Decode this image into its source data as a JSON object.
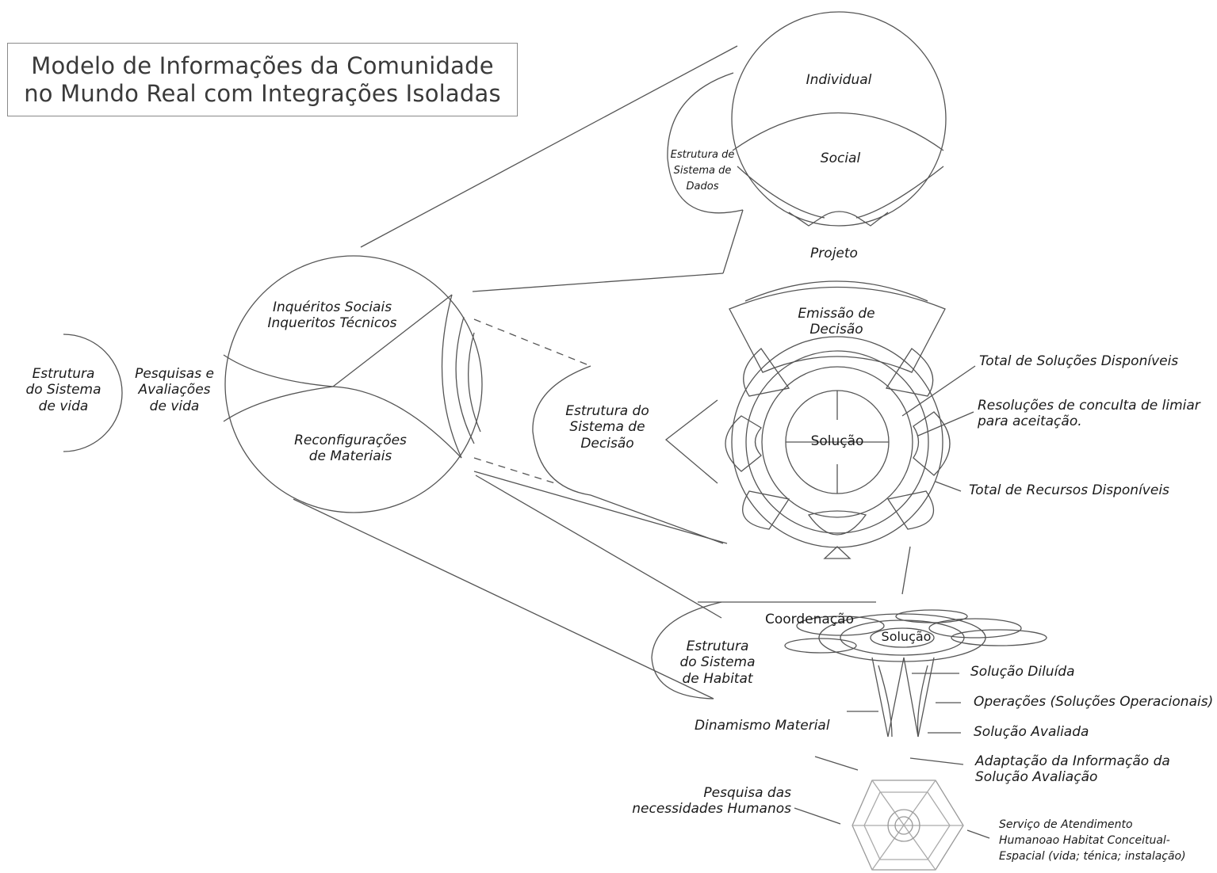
{
  "title": {
    "line1": "Modelo de Informações da Comunidade",
    "line2": "no Mundo Real com Integrações Isoladas"
  },
  "labels": {
    "estrutura_sistema_vida": [
      "Estrutura",
      "do Sistema",
      "de vida"
    ],
    "pesquisas_avaliacoes": [
      "Pesquisas e",
      "Avaliações",
      "de vida"
    ],
    "inqueritos": [
      "Inquéritos Sociais",
      "Inqueritos Técnicos"
    ],
    "reconfiguracoes": [
      "Reconfigurações",
      "de Materiais"
    ],
    "estrutura_dados": [
      "Estrutura de",
      "Sistema de",
      "Dados"
    ],
    "individual": "Individual",
    "social": "Social",
    "projeto": "Projeto",
    "emissao": [
      "Emissão de",
      "Decisão"
    ],
    "estrutura_decisao": [
      "Estrutura do",
      "Sistema de",
      "Decisão"
    ],
    "solucao_center": "Solução",
    "total_solucoes": "Total de Soluções Disponíveis",
    "resolucoes": [
      "Resoluções de conculta de limiar",
      "para aceitação."
    ],
    "total_recursos": "Total de Recursos Disponíveis",
    "coordenacao": "Coordenação",
    "solucao_habitat": "Solução",
    "estrutura_habitat": [
      "Estrutura",
      "do Sistema",
      "de Habitat"
    ],
    "solucao_diluida": "Solução Diluída",
    "operacoes": "Operações (Soluções Operacionais)",
    "dinamismo": "Dinamismo Material",
    "solucao_avaliada": "Solução Avaliada",
    "adaptacao": [
      "Adaptação da Informação da",
      "Solução Avaliação"
    ],
    "pesquisa_necessidades": [
      "Pesquisa das",
      "necessidades Humanos"
    ],
    "servico": [
      "Serviço de Atendimento",
      "Humanoao Habitat Conceitual-",
      "Espacial (vida; ténica; instalação)"
    ]
  }
}
